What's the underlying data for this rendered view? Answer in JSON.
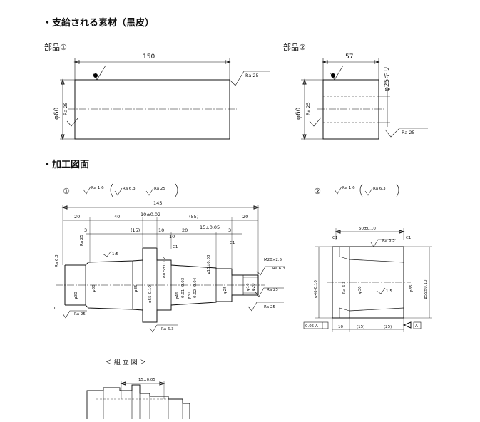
{
  "headings": {
    "supplied_material": "・支給される素材（黒皮）",
    "machining_drawing": "・加工図面",
    "assembly": "＜ 組 立 図 ＞"
  },
  "part1": {
    "label": "部品①",
    "length": "150",
    "diameter": "φ60",
    "roughness": "Ra 25"
  },
  "part2": {
    "label": "部品②",
    "length": "57",
    "diameter": "φ60",
    "bore": "φ25キリ",
    "roughness": "Ra 25"
  },
  "drawing1": {
    "number": "①",
    "finish_main": "Ra 1.6",
    "finish_a": "Ra 6.3",
    "finish_b": "Ra 25",
    "overall_length": "145",
    "seg_20a": "20",
    "seg_40": "40",
    "seg_tol": "10±0.02",
    "seg_55": "(55)",
    "seg_20b": "20",
    "seg_15": "(15)",
    "seg_10a": "10",
    "seg_10b": "10",
    "seg_3a": "3",
    "seg_3b": "3",
    "seg_20c": "20",
    "seg_15tol": "15±0.05",
    "taper": "1:5",
    "thread": "M20×2.5",
    "chamfer": "C1",
    "d_63": "Ra 6.3",
    "d_25": "Ra 25",
    "dia_30": "φ30",
    "dia_38": "φ38",
    "dia_35": "φ35",
    "dia_55": "φ55-0.10",
    "dia_50": "φ0.5±0.02",
    "dia_46": "φ46",
    "dia_46tol": "-0.01 -0.03",
    "dia_30b": "φ30",
    "dia_30tol": "-0.02 -0.04",
    "dia_15": "φ15±0.03",
    "dia_25": "φ25",
    "dia_16": "φ16",
    "dia_20": "φ20"
  },
  "drawing2": {
    "number": "②",
    "finish_main": "Ra 1.6",
    "finish_a": "Ra 6.3",
    "len_50": "50±0.10",
    "c1": "C1",
    "dia_46": "φ46-0.10",
    "dia_30": "φ30",
    "dia_35": "φ35",
    "dia_55": "φ55±0.10",
    "taper": "1:5",
    "r63": "Ra 6.3",
    "seg_10": "10",
    "seg_15": "(15)",
    "seg_25": "(25)",
    "datum": "A",
    "runout": "0.05 A"
  },
  "assembly": {
    "dim": "15±0.05"
  }
}
